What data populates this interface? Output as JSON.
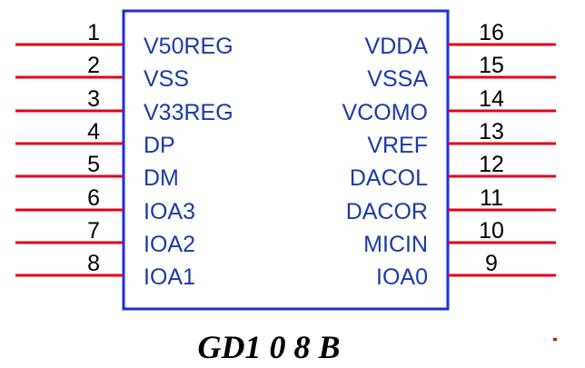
{
  "chip": {
    "part_name": "GD1 0 8 B",
    "body_color": "#1a2ee0",
    "pin_color": "#e0001a",
    "label_color": "#1a3aa6"
  },
  "left_pins": [
    {
      "number": "1",
      "label": "V50REG"
    },
    {
      "number": "2",
      "label": "VSS"
    },
    {
      "number": "3",
      "label": "V33REG"
    },
    {
      "number": "4",
      "label": "DP"
    },
    {
      "number": "5",
      "label": "DM"
    },
    {
      "number": "6",
      "label": "IOA3"
    },
    {
      "number": "7",
      "label": "IOA2"
    },
    {
      "number": "8",
      "label": "IOA1"
    }
  ],
  "right_pins": [
    {
      "number": "16",
      "label": "VDDA"
    },
    {
      "number": "15",
      "label": "VSSA"
    },
    {
      "number": "14",
      "label": "VCOMO"
    },
    {
      "number": "13",
      "label": "VREF"
    },
    {
      "number": "12",
      "label": "DACOL"
    },
    {
      "number": "11",
      "label": "DACOR"
    },
    {
      "number": "10",
      "label": "MICIN"
    },
    {
      "number": "9",
      "label": "IOA0"
    }
  ]
}
